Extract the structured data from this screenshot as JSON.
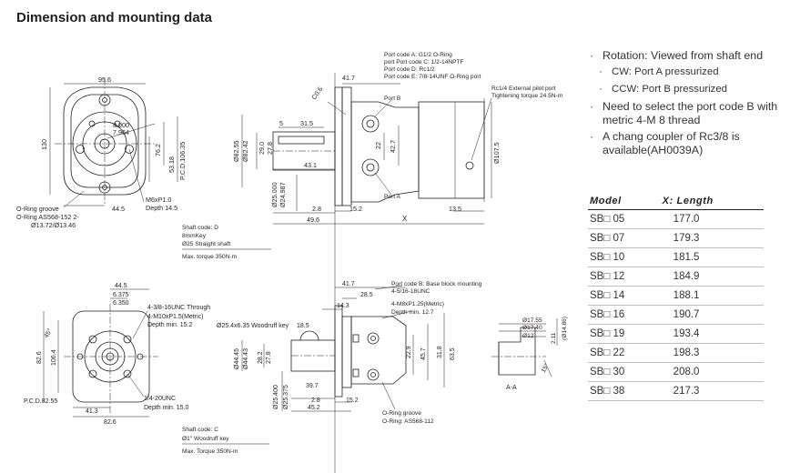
{
  "page": {
    "title": "Dimension and mounting data"
  },
  "notes": {
    "rotation": "Rotation: Viewed from shaft end",
    "cw": "CW: Port A pressurized",
    "ccw": "CCW: Port B pressurized",
    "port_code": "Need to select the port code B with metric 4-M 8 thread",
    "coupler": "A chang coupler of Rc3/8 is available(AH0039A)"
  },
  "table": {
    "headers": [
      "Model",
      "X: Length"
    ],
    "rows": [
      [
        "SB□ 05",
        "177.0"
      ],
      [
        "SB□ 07",
        "179.3"
      ],
      [
        "SB□ 10",
        "181.5"
      ],
      [
        "SB□ 12",
        "184.9"
      ],
      [
        "SB□ 14",
        "188.1"
      ],
      [
        "SB□ 16",
        "190.7"
      ],
      [
        "SB□ 19",
        "193.4"
      ],
      [
        "SB□ 22",
        "198.3"
      ],
      [
        "SB□ 30",
        "208.0"
      ],
      [
        "SB□ 38",
        "217.3"
      ]
    ]
  },
  "drawing": {
    "top_front": {
      "dims": [
        "95.6",
        "130",
        "8.000",
        "7.964",
        "76.2",
        "53.18",
        "P.C.D.106.35",
        "44.5",
        "M6xP1.0",
        "Depth 14.5"
      ],
      "oring_lines": [
        "O-Ring groove",
        "O-Ring AS568-152 2-",
        "Ø13.72/Ø13.46"
      ]
    },
    "top_side": {
      "dims": [
        "41.7",
        "C0.6",
        "31.5",
        "5",
        "Ø82.55",
        "Ø82.42",
        "29.0",
        "27.8",
        "43.1",
        "Ø25.000",
        "Ø24.987",
        "2.8",
        "15.2",
        "49.6",
        "X",
        "13.5",
        "22",
        "42.7",
        "Ø107.5"
      ],
      "port_codes": [
        "Port code A: G1/2 O-Ring",
        "port Port code C: 1/2-14NPTF",
        "Port code D: Rc1/2",
        "Port code E: 7/8-14UNF O-Ring port"
      ],
      "port_b": "Port B",
      "port_a": "Port A",
      "pilot": [
        "Rc1/4 External pilot port",
        "Tightening torque 24.5N-m"
      ]
    },
    "shaft_d": [
      "Shaft code: D",
      "8mmKey",
      "Ø25 Straight shaft",
      "Max. torque 350N-m"
    ],
    "bottom_front": {
      "dims": [
        "44.5",
        "6.375",
        "6.350",
        "4-3/8-16UNC Through",
        "4-M10xP1.5(Metric)",
        "Depth min. 15.2",
        "45°",
        "82.6",
        "106.4",
        "P.C.D.82.55",
        "41.3",
        "82.6",
        "1/4-20UNC",
        "Depth min. 15.0"
      ]
    },
    "bottom_side": {
      "dims": [
        "41.7",
        "28.5",
        "14.3",
        "18.5",
        "Ø25.4x6.35 Woodruff key",
        "Ø44.45",
        "Ø44.43",
        "28.2",
        "27.8",
        "Ø25.400",
        "Ø25.375",
        "39.7",
        "2.8",
        "15.2",
        "45.2",
        "22.9",
        "45.7",
        "31.8",
        "63.5"
      ],
      "port_code_b": [
        "Port code B: Base block mounting",
        "4-5/16-18UNC",
        "4-M8xP1.25(Metric)",
        "Depth min. 12.7"
      ],
      "oring": [
        "O-Ring groove",
        "O-Ring: AS568-112"
      ]
    },
    "shaft_c": [
      "Shaft code: C",
      "Ø1\" Woodruff key",
      "Max. Torque 350N-m"
    ],
    "section": {
      "dims": [
        "Ø17.55",
        "Ø17.40",
        "Ø12",
        "Ø14.86)",
        "(Ø14.86)",
        "2.11",
        "15°"
      ],
      "label": "A-A"
    }
  }
}
